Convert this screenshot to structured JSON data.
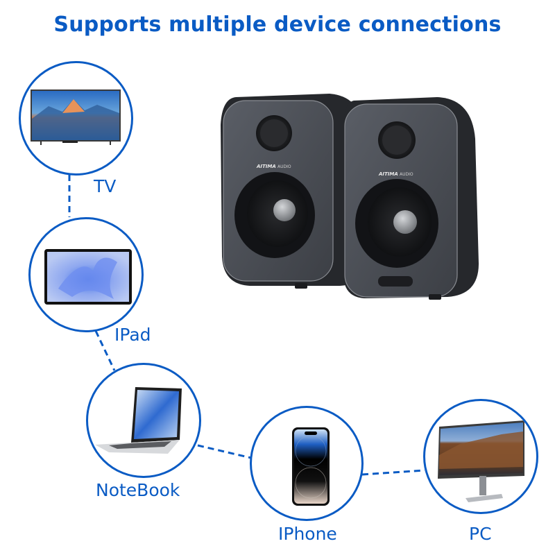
{
  "header": {
    "title": "Supports multiple device connections"
  },
  "colors": {
    "accent": "#0a5bc4",
    "speaker_face": "#4a4d54",
    "speaker_body": "#26282c"
  },
  "product": {
    "brand_label": "AITIMA",
    "brand_suffix": "AUDIO",
    "description": "Pair of dark grey bookshelf speakers with tweeter and woofer"
  },
  "devices": [
    {
      "id": "tv",
      "label": "TV",
      "icon": "tv-icon"
    },
    {
      "id": "ipad",
      "label": "IPad",
      "icon": "tablet-icon"
    },
    {
      "id": "notebook",
      "label": "NoteBook",
      "icon": "laptop-icon"
    },
    {
      "id": "iphone",
      "label": "IPhone",
      "icon": "phone-icon"
    },
    {
      "id": "pc",
      "label": "PC",
      "icon": "monitor-icon"
    }
  ]
}
